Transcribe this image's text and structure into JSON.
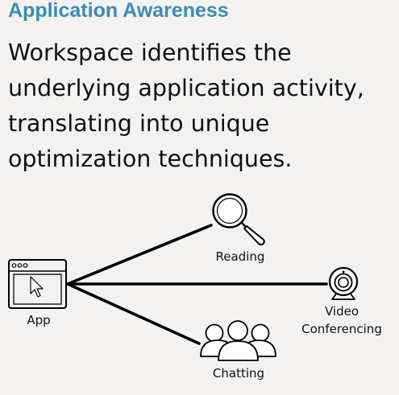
{
  "heading": "Application Awareness",
  "body_lines": [
    "Workspace identifies the",
    "underlying application activity,",
    "translating into unique",
    "optimization techniques."
  ],
  "diagram": {
    "source": {
      "label": "App",
      "icon": "app-window-cursor-icon"
    },
    "targets": [
      {
        "label": "Reading",
        "icon": "magnifying-glass-icon"
      },
      {
        "label_lines": [
          "Video",
          "Conferencing"
        ],
        "icon": "webcam-icon"
      },
      {
        "label": "Chatting",
        "icon": "people-group-icon"
      }
    ]
  },
  "colors": {
    "heading": "#3c8bb5",
    "background": "#f3f2f1",
    "text": "#111111"
  }
}
